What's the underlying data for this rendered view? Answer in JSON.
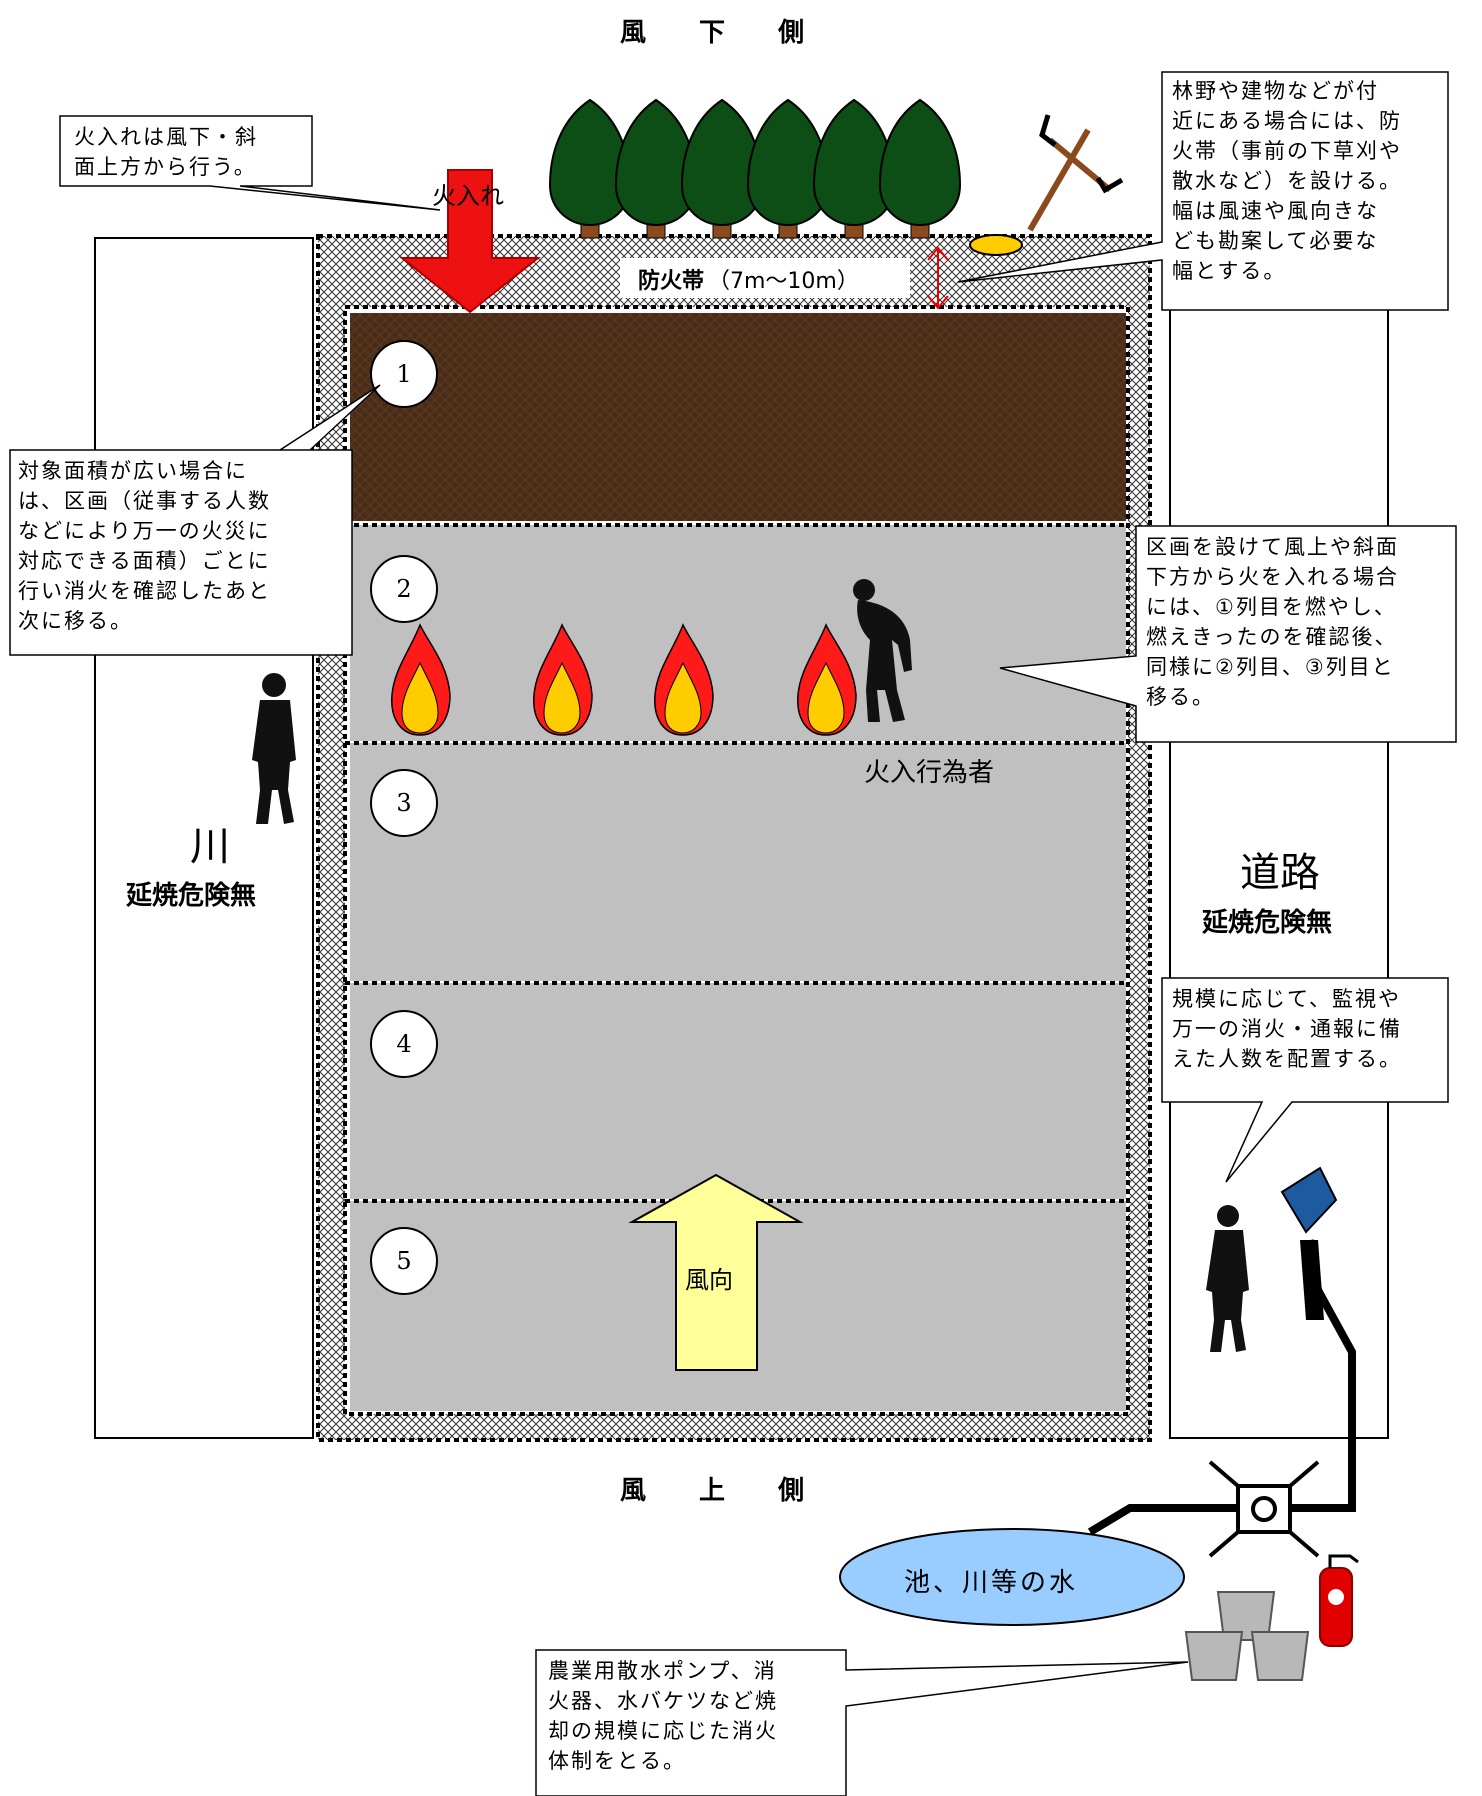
{
  "headings": {
    "top": "風 下 側",
    "bottom": "風 上 側"
  },
  "labels": {
    "fire_entry": "火入れ",
    "firebreak_name": "防火帯",
    "firebreak_width": "（7m〜10m）",
    "worker": "火入行為者",
    "wind": "風向",
    "water": "池、川等の水"
  },
  "sections": [
    "1",
    "2",
    "3",
    "4",
    "5"
  ],
  "river": {
    "name": "川",
    "note": "延焼危険無"
  },
  "road": {
    "name": "道路",
    "note": "延焼危険無"
  },
  "callouts": {
    "top_left": "火入れは風下・斜\n面上方から行う。",
    "top_right": "林野や建物などが付\n近にある場合には、防\n火帯（事前の下草刈や\n散水など）を設ける。\n幅は風速や風向きな\nども勘案して必要な\n幅とする。",
    "left": "対象面積が広い場合に\nは、区画（従事する人数\nなどにより万一の火災に\n対応できる面積）ごとに\n行い消火を確認したあと\n次に移る。",
    "right": "区画を設けて風上や斜面\n下方から火を入れる場合\nには、①列目を燃やし、\n燃えきったのを確認後、\n同様に②列目、③列目と\n移る。",
    "right_lower": "規模に応じて、監視や\n万一の消火・通報に備\nえた人数を配置する。",
    "bottom": "農業用散水ポンプ、消\n火器、水バケツなど焼\n却の規模に応じた消火\n体制をとる。"
  },
  "colors": {
    "section1": "#4a2c18",
    "sections": "#c0c0c0",
    "arrow_fire": "#ee1111",
    "arrow_wind": "#ffff99",
    "pond": "#99ccff",
    "flame_outer": "#ff1a1a",
    "flame_inner": "#ffcc00",
    "tree": "#0d4d16",
    "trunk": "#8b4a1e"
  }
}
